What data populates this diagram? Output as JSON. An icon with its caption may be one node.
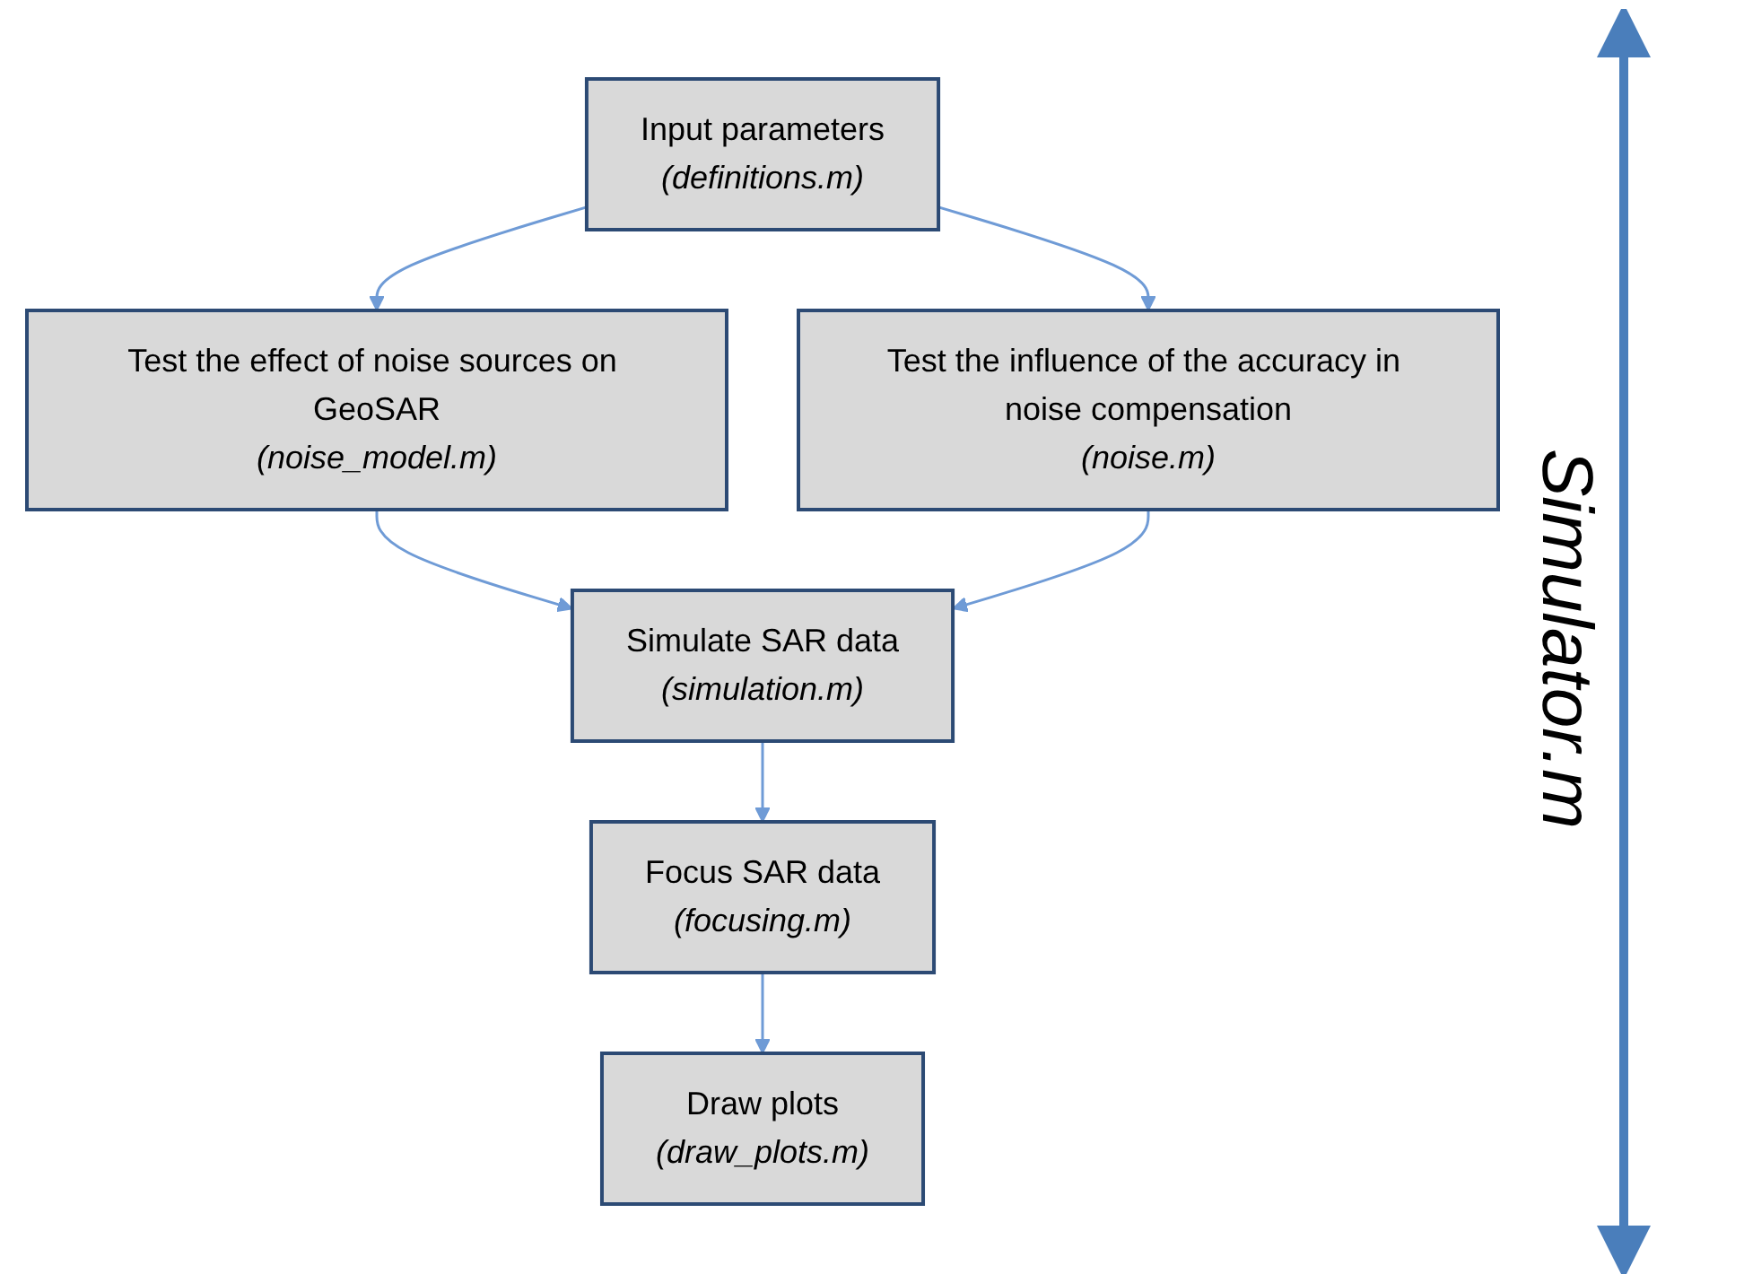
{
  "diagram": {
    "nodes": [
      {
        "text": [
          "Input parameters",
          "(definitions.m)"
        ]
      },
      {
        "text": [
          "Test the effect of noise sources on GeoSAR",
          "(noise_model.m)"
        ]
      },
      {
        "text": [
          "Test the influence of the accuracy in noise compensation",
          "(noise.m)"
        ]
      },
      {
        "text": [
          "Simulate SAR data",
          "(simulation.m)"
        ]
      },
      {
        "text": [
          "Focus SAR data",
          "(focusing.m)"
        ]
      },
      {
        "text": [
          "Draw plots",
          "(draw_plots.m)"
        ]
      }
    ],
    "edges": [
      {
        "from": 0,
        "to": 1,
        "arrow": "to"
      },
      {
        "from": 0,
        "to": 2,
        "arrow": "to"
      },
      {
        "from": 1,
        "to": 3,
        "arrow": "to"
      },
      {
        "from": 2,
        "to": 3,
        "arrow": "to"
      },
      {
        "from": 3,
        "to": 4,
        "arrow": "to"
      },
      {
        "from": 4,
        "to": 5,
        "arrow": "to"
      }
    ],
    "labels": [
      "Simulator.m"
    ]
  }
}
